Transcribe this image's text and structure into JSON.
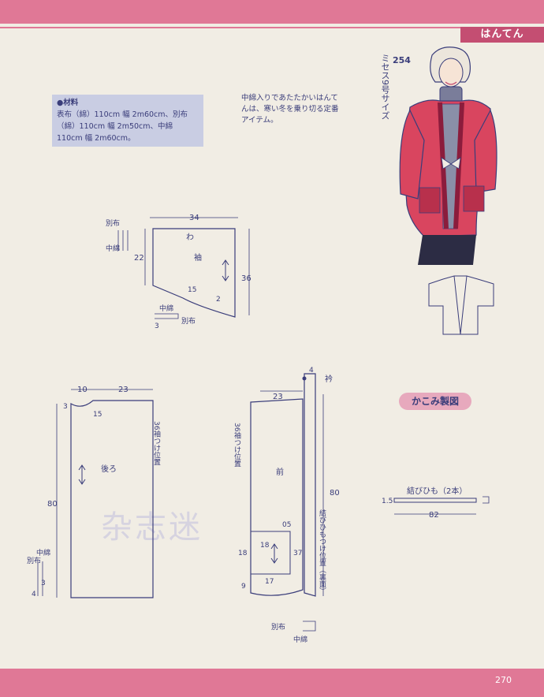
{
  "header": {
    "section_title": "はんてん"
  },
  "model": {
    "number": "254",
    "size": "ミセス9号サイズ"
  },
  "materials": {
    "title": "●材料",
    "text": "表布（綿）110cm 幅 2m60cm、別布（綿）110cm 幅 2m50cm、中綿 110cm 幅 2m60cm。"
  },
  "intro": "中綿入りであたたかいはんてんは、寒い冬を乗り切る定番アイテム。",
  "kakomi": "かこみ製図",
  "sleeve": {
    "name": "袖",
    "fold": "わ",
    "width": "34",
    "height_left": "22",
    "height_right": "36",
    "curve_a": "15",
    "curve_b": "2",
    "seam": "3",
    "betsununo": "別布",
    "nakawata": "中綿"
  },
  "back": {
    "name": "後ろ",
    "top_left": "10",
    "top_right": "23",
    "shoulder": "3",
    "neck": "15",
    "length": "80",
    "sleeve_attach": "36袖つけ位置",
    "betsununo": "別布",
    "nakawata": "中綿",
    "hem_a": "4",
    "hem_b": "3"
  },
  "front": {
    "name": "前",
    "top": "23",
    "collar": "衿",
    "collar_w": "4",
    "sleeve_attach": "36袖つけ位置",
    "length": "80",
    "pocket_w": "17",
    "pocket_h": "18",
    "pocket_inner": "18",
    "pocket_top": "05",
    "pocket_side": "37",
    "hem": "9",
    "tie_position": "結びひもつけ位置（裏面）",
    "betsununo": "別布",
    "nakawata": "中綿"
  },
  "tie": {
    "label": "結びひも（2本）",
    "width": "1.5",
    "length": "82"
  },
  "footer": {
    "page_number": "270"
  },
  "watermark": "杂志迷",
  "colors": {
    "accent": "#e07896",
    "line": "#3a3d7a",
    "jacket": "#d9455f"
  }
}
